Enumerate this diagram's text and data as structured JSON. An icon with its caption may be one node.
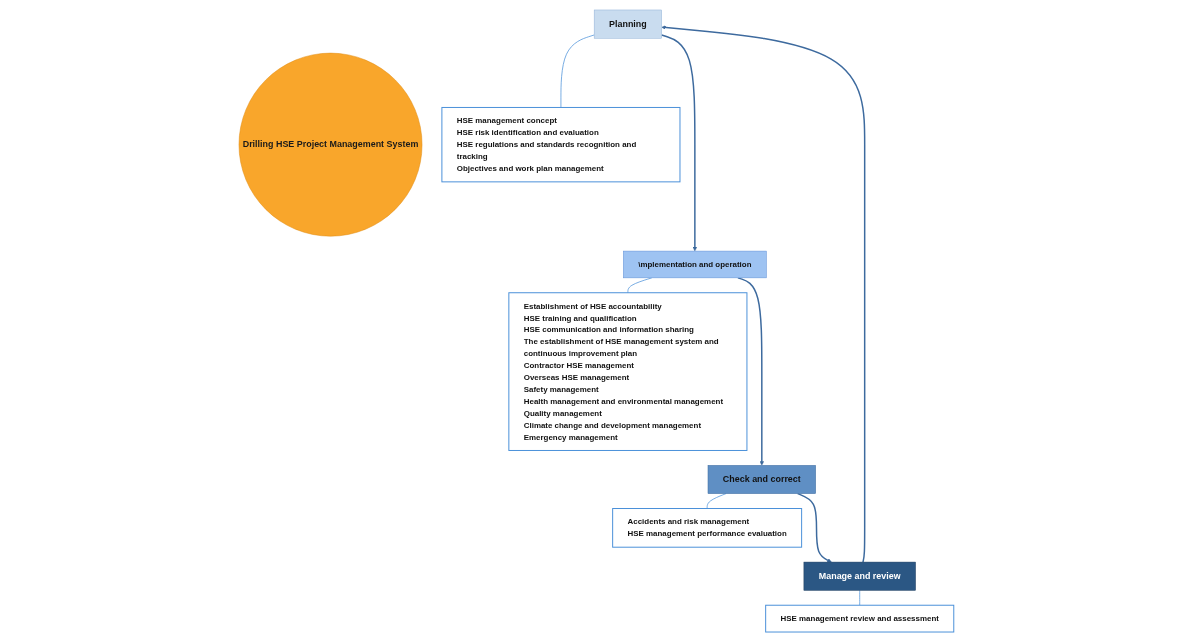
{
  "diagram": {
    "nodes": [
      {
        "text": [
          "Drilling HSE Project Management System"
        ]
      },
      {
        "text": [
          "Planning"
        ]
      },
      {
        "text": [
          "\\mplementation and operation"
        ]
      },
      {
        "text": [
          "Check and correct"
        ]
      },
      {
        "text": [
          "Manage and review"
        ]
      },
      {
        "text": [
          "HSE management concept",
          "HSE risk identification and evaluation",
          "HSE regulations and standards recognition and tracking",
          "Objectives and work plan management"
        ]
      },
      {
        "text": [
          "Establishment of HSE accountability",
          "HSE training and qualification",
          "HSE communication and information sharing",
          "The establishment of HSE management system and continuous improvement plan",
          "Contractor HSE management",
          "Overseas HSE management",
          "Safety management",
          "Health management and environmental management",
          "Quality management",
          "Climate change and development management",
          "Emergency management"
        ]
      },
      {
        "text": [
          "Accidents and risk management",
          "HSE management performance evaluation"
        ]
      },
      {
        "text": [
          "HSE management review and assessment"
        ]
      }
    ],
    "edges": [
      {
        "from": 1,
        "to": 2,
        "arrow": "to"
      },
      {
        "from": 2,
        "to": 3,
        "arrow": "to"
      },
      {
        "from": 3,
        "to": 4,
        "arrow": "to"
      },
      {
        "from": 4,
        "to": 1,
        "arrow": "to"
      },
      {
        "from": 5,
        "to": 1,
        "arrow": "none"
      },
      {
        "from": 6,
        "to": 2,
        "arrow": "none"
      },
      {
        "from": 7,
        "to": 3,
        "arrow": "none"
      },
      {
        "from": 8,
        "to": 4,
        "arrow": "none"
      }
    ]
  }
}
